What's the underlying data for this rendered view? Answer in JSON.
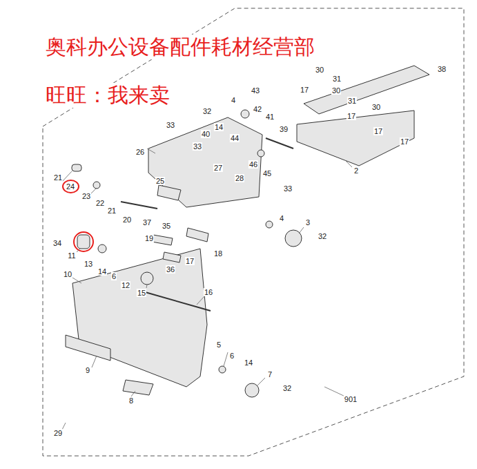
{
  "diagram": {
    "nodes": [
      {
        "text": [
          "24"
        ]
      }
    ],
    "labels": [
      "奥科办公设备配件耗材经营部",
      "旺旺：我来卖",
      "30",
      "31",
      "38",
      "30",
      "17",
      "31",
      "30",
      "43",
      "4",
      "32",
      "42",
      "17",
      "41",
      "14",
      "33",
      "39",
      "17",
      "40",
      "44",
      "17",
      "33",
      "26",
      "27",
      "46",
      "2",
      "45",
      "21",
      "28",
      "25",
      "33",
      "23",
      "22",
      "21",
      "4",
      "20",
      "37",
      "3",
      "35",
      "32",
      "19",
      "34",
      "18",
      "11",
      "17",
      "13",
      "36",
      "14",
      "10",
      "6",
      "12",
      "15",
      "16",
      "5",
      "6",
      "14",
      "9",
      "7",
      "32",
      "901",
      "8",
      "29"
    ]
  }
}
